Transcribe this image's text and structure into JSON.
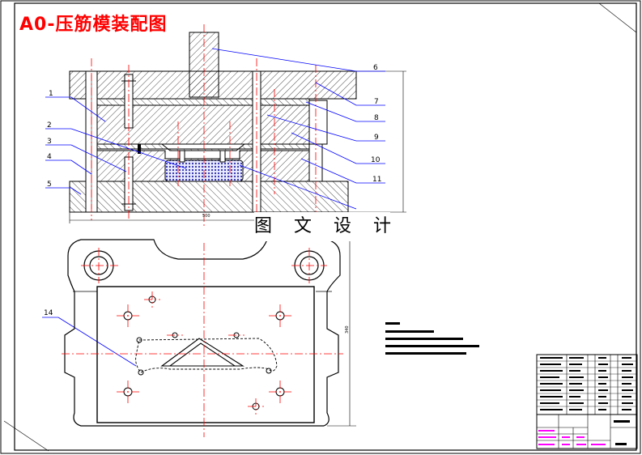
{
  "title": "A0-压筋模装配图",
  "stamp": "图 文 设 计",
  "balloons": [
    "1",
    "2",
    "3",
    "4",
    "5",
    "6",
    "7",
    "8",
    "9",
    "10",
    "11",
    "14"
  ],
  "dimensions": {
    "width": "500",
    "height": "",
    "plan_height": "340"
  },
  "colors": {
    "title": "#ff0000",
    "center_line": "#ff0000",
    "balloon_line": "#0000ff",
    "part": "#000000",
    "title_block_text": "#ff00ff"
  }
}
